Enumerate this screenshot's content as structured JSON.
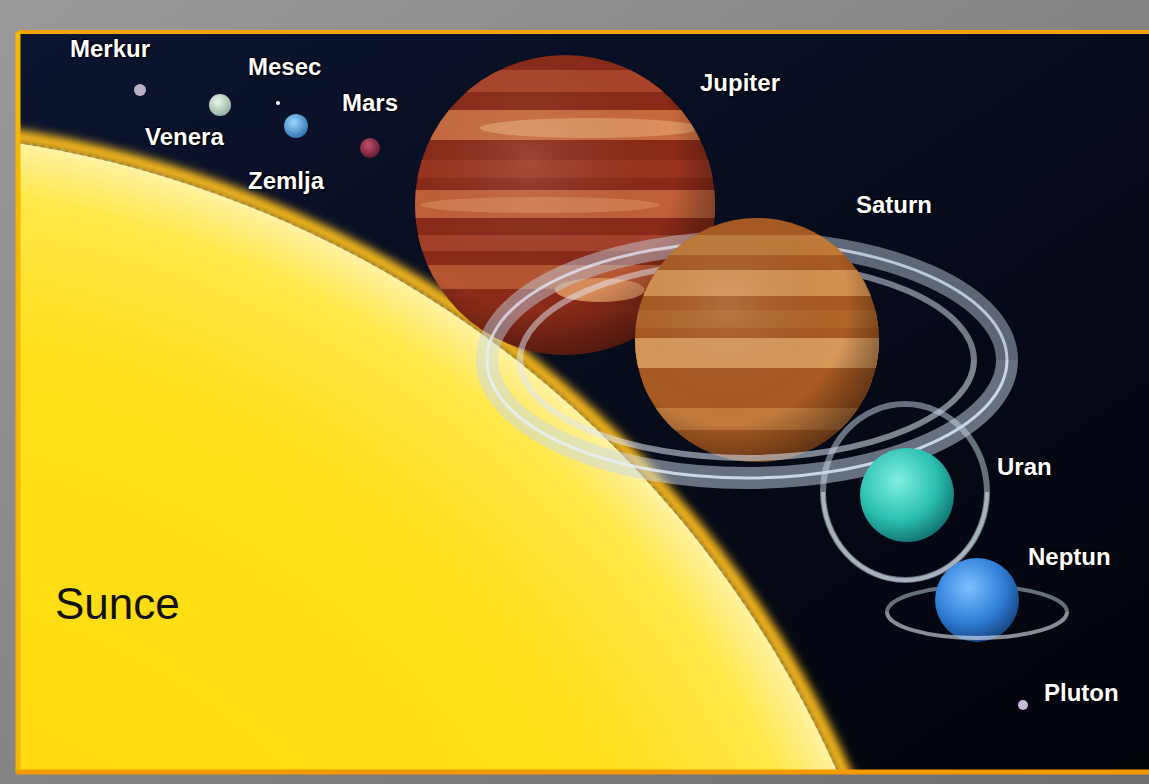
{
  "diagram": {
    "labels": [
      "Merkur",
      "Mesec",
      "Mars",
      "Venera",
      "Jupiter",
      "Zemlja",
      "Saturn",
      "Uran",
      "Neptun",
      "Sunce",
      "Pluton"
    ]
  }
}
